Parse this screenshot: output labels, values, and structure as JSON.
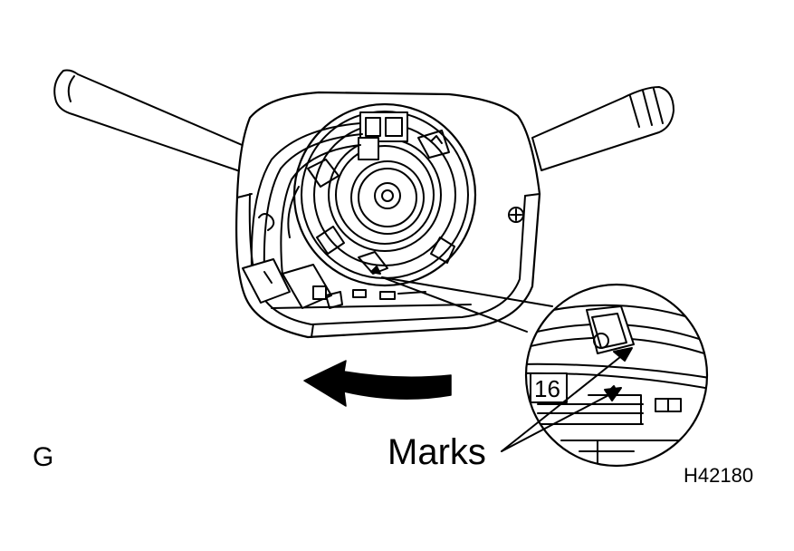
{
  "labels": {
    "view_letter": "G",
    "marks": "Marks",
    "figure_code": "H42180",
    "inset_number": "16"
  },
  "colors": {
    "line": "#000000",
    "background": "#ffffff"
  },
  "icons": {
    "rotation_arrow": "curved-arrow-left-icon",
    "alignment_arrow": "triangle-up-icon",
    "screw": "screw-head-icon"
  }
}
